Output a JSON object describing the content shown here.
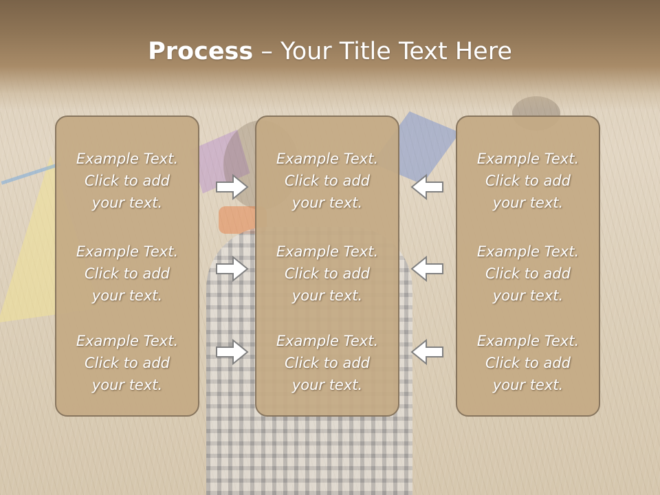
{
  "title": {
    "bold": "Process",
    "rest": " – Your Title Text Here"
  },
  "columns": [
    {
      "items": [
        {
          "line1": "Example Text.",
          "line2": "Click  to add",
          "line3": "your text."
        },
        {
          "line1": "Example Text.",
          "line2": "Click  to add",
          "line3": "your text."
        },
        {
          "line1": "Example Text.",
          "line2": "Click  to add",
          "line3": "your text."
        }
      ]
    },
    {
      "items": [
        {
          "line1": "Example Text.",
          "line2": "Click  to add",
          "line3": "your text."
        },
        {
          "line1": "Example Text.",
          "line2": "Click  to add",
          "line3": "your text."
        },
        {
          "line1": "Example Text.",
          "line2": "Click  to add",
          "line3": "your text."
        }
      ]
    },
    {
      "items": [
        {
          "line1": "Example Text.",
          "line2": "Click  to add",
          "line3": "your text."
        },
        {
          "line1": "Example Text.",
          "line2": "Click  to add",
          "line3": "your text."
        },
        {
          "line1": "Example Text.",
          "line2": "Click  to add",
          "line3": "your text."
        }
      ]
    }
  ],
  "arrows": {
    "left_group": "arrow-right-icon",
    "right_group": "arrow-left-icon"
  },
  "colors": {
    "header": "#8f7556",
    "panel_fill": "#c4aa84",
    "panel_border": "#87755e",
    "text": "#ffffff",
    "arrow_fill": "#ffffff",
    "arrow_stroke": "#7f7f7f"
  }
}
